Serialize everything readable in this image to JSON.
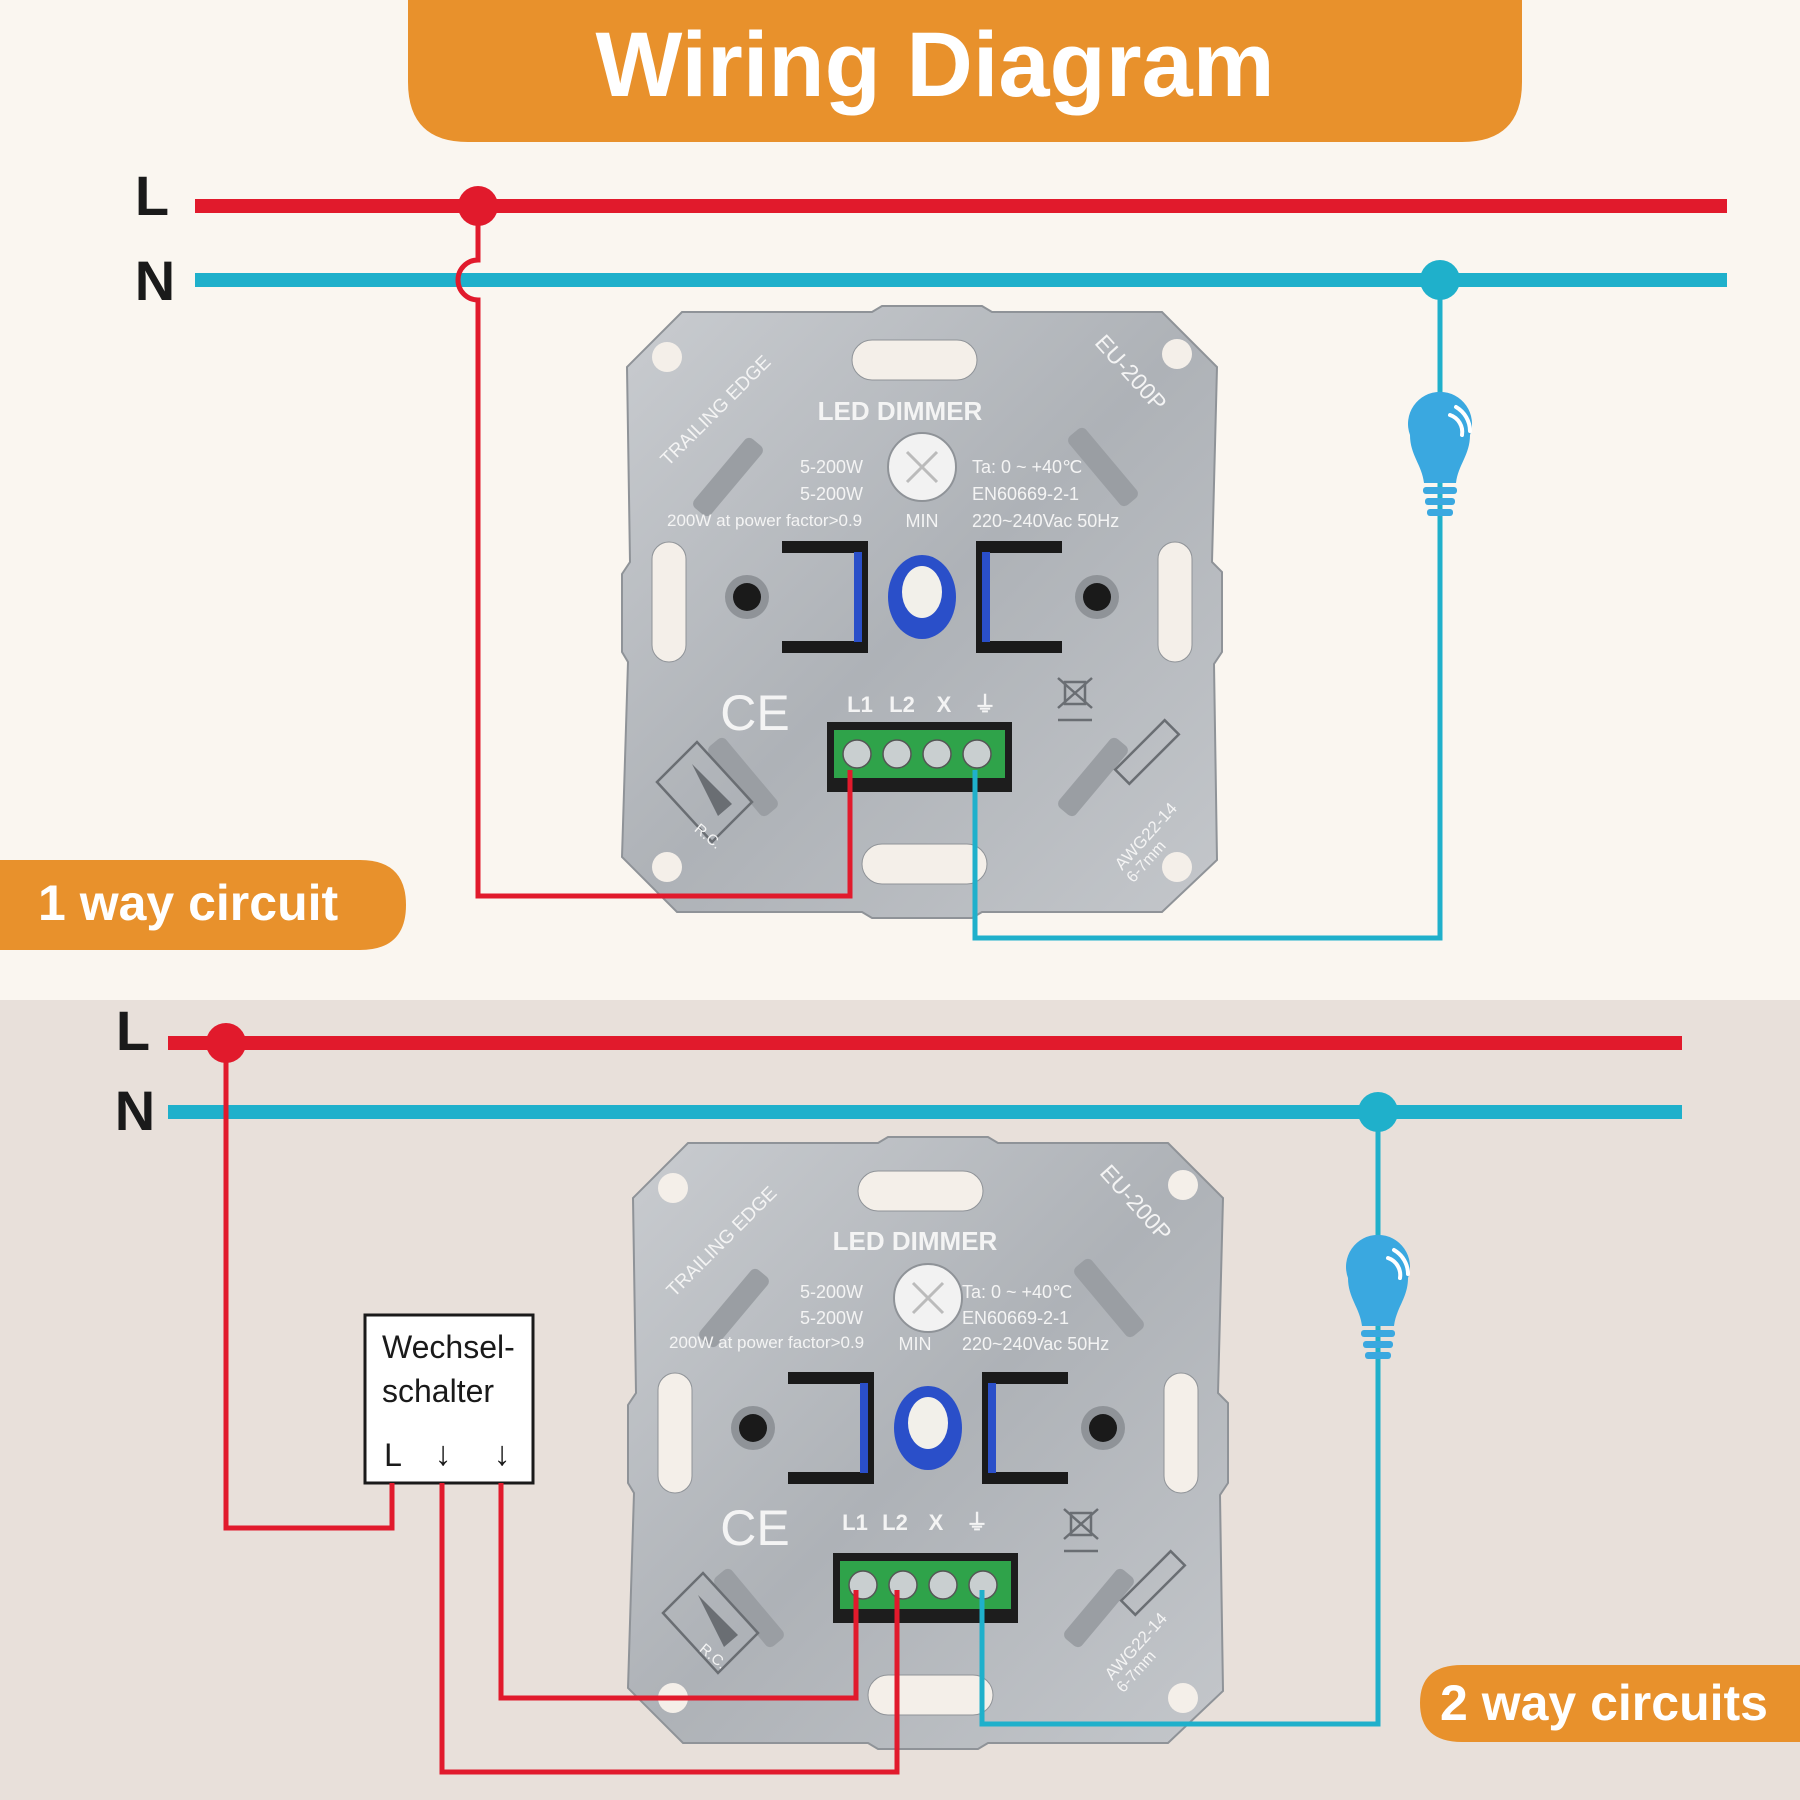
{
  "title": "Wiring Diagram",
  "colors": {
    "orange": "#e8912c",
    "live": "#e11a2c",
    "neutral": "#1fb0cb",
    "bulb": "#3aa8e0",
    "panel_top": "#faf6f0",
    "panel_bottom": "#e8e0da",
    "plate": "#b9bcc0"
  },
  "rail_labels": {
    "live": "L",
    "neutral": "N"
  },
  "circuits": [
    {
      "label": "1 way circuit"
    },
    {
      "label": "2 way circuits"
    }
  ],
  "dimmer": {
    "title": "LED DIMMER",
    "model": "EU-200P",
    "edge": "TRAILING EDGE",
    "spec_led": "5-200W",
    "spec_halogen": "5-200W",
    "power_factor": "200W at power factor>0.9",
    "min": "MIN",
    "temp": "Ta: 0 ~ +40℃",
    "standard": "EN60669-2-1",
    "voltage": "220~240Vac 50Hz",
    "ce": "CE",
    "terminals": [
      "L1",
      "L2",
      "X",
      "⏚"
    ],
    "awg": "AWG22-14",
    "strip": "6-7mm",
    "rc": "R.C."
  },
  "switch": {
    "line1": "Wechsel-",
    "line2": "schalter",
    "terminal_l": "L",
    "arrow": "↓"
  }
}
